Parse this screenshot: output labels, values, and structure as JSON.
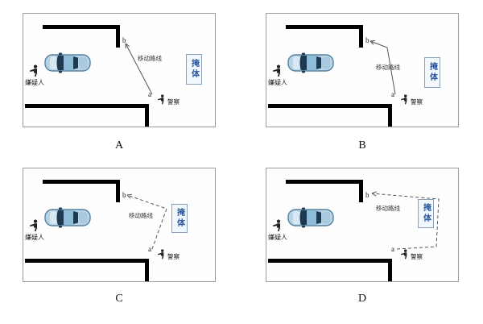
{
  "figure": {
    "labels": {
      "suspect": "嫌疑人",
      "route": "移动路线",
      "cover": "掩体",
      "police": "警察",
      "point_a": "a",
      "point_b": "b"
    },
    "panels": [
      {
        "id": "A",
        "letter": "A",
        "route": {
          "points": [
            [
              160,
              100
            ],
            [
              127,
              37
            ]
          ],
          "dashed": false
        }
      },
      {
        "id": "B",
        "letter": "B",
        "route": {
          "points": [
            [
              160,
              100
            ],
            [
              150,
              42
            ],
            [
              129,
              34
            ]
          ],
          "dashed": false
        }
      },
      {
        "id": "C",
        "letter": "C",
        "route": {
          "points": [
            [
              160,
              100
            ],
            [
              178,
              50
            ],
            [
              129,
              33
            ]
          ],
          "dashed": true
        }
      },
      {
        "id": "D",
        "letter": "D",
        "route": {
          "points": [
            [
              162,
              100
            ],
            [
              211,
              97
            ],
            [
              214,
              38
            ],
            [
              131,
              31
            ]
          ],
          "dashed": true
        }
      }
    ],
    "colors": {
      "wall": "#000000",
      "panel_border": "#9b9b9b",
      "cover_text": "#2b579a",
      "route_line": "#555555",
      "car_body": "#b9d3e6",
      "car_glass": "#1d3a52"
    }
  }
}
